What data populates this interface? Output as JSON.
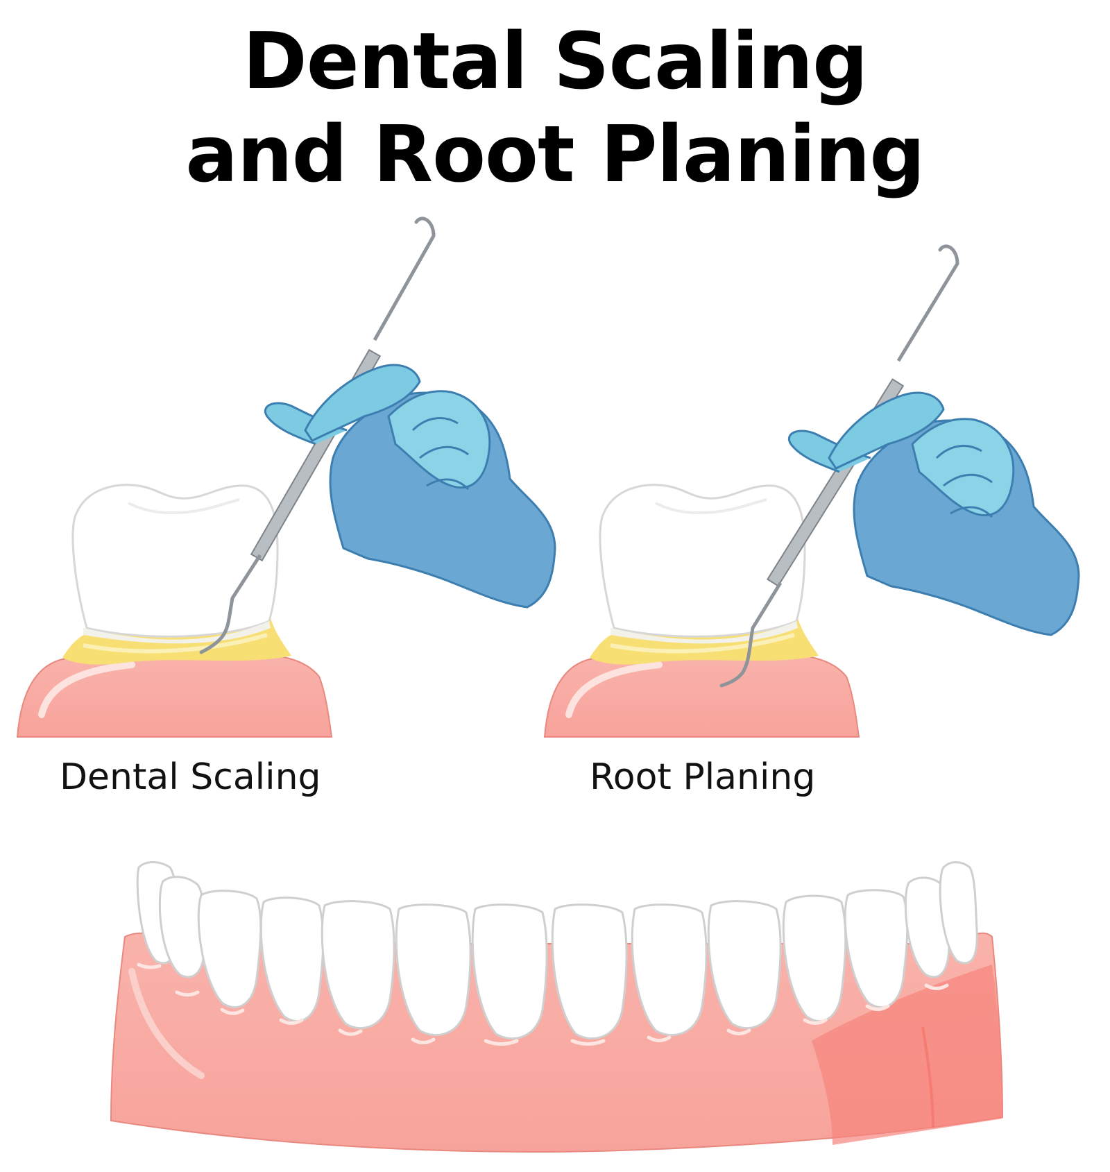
{
  "title": {
    "line1": "Dental Scaling",
    "line2": "and Root Planing"
  },
  "panels": [
    {
      "label": "Dental Scaling"
    },
    {
      "label": "Root Planing"
    }
  ],
  "colors": {
    "gum": "#f9a9a1",
    "gum_dark": "#f5807a",
    "tooth": "#ffffff",
    "tooth_outline": "#d5d5d5",
    "tartar": "#f9e27a",
    "glove": "#7ccbe2",
    "glove_shadow": "#5e9fc9",
    "instrument": "#9aa0a6"
  }
}
